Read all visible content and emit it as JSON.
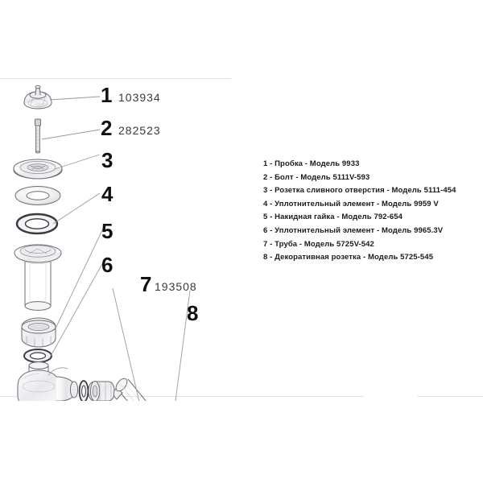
{
  "diagram": {
    "title": "Exploded view of bottle trap / sink drain assembly",
    "callouts": [
      {
        "id": "1",
        "label": "1",
        "part_number": "103934"
      },
      {
        "id": "2",
        "label": "2",
        "part_number": "282523"
      },
      {
        "id": "3",
        "label": "3",
        "part_number": ""
      },
      {
        "id": "4",
        "label": "4",
        "part_number": ""
      },
      {
        "id": "5",
        "label": "5",
        "part_number": ""
      },
      {
        "id": "6",
        "label": "6",
        "part_number": ""
      },
      {
        "id": "7",
        "label": "7",
        "part_number": "193508"
      },
      {
        "id": "8",
        "label": "8",
        "part_number": ""
      }
    ],
    "parts": [
      {
        "ref": "1",
        "name": "stopper-plug"
      },
      {
        "ref": "2",
        "name": "bolt"
      },
      {
        "ref": "3",
        "name": "drain-flange"
      },
      {
        "ref": "4",
        "name": "sealing-gasket"
      },
      {
        "ref": "5",
        "name": "tailpiece-tube"
      },
      {
        "ref": "6",
        "name": "coupling-nut"
      },
      {
        "ref": "7",
        "name": "outlet-pipe"
      },
      {
        "ref": "8",
        "name": "decorative-escutcheon"
      }
    ]
  },
  "legend": {
    "items": [
      "1 - Пробка - Модель 9933",
      "2 - Болт - Модель 5111V-593",
      "3 - Розетка сливного отверстия - Модель 5111-454",
      "4 - Уплотнительный элемент - Модель 9959 V",
      "5 - Накидная гайка - Модель 792-654",
      "6 - Уплотнительный элемент - Модель 9965.3V",
      "7 - Труба - Модель 5725V-542",
      "8 - Декоративная розетка - Модель 5725-545"
    ]
  },
  "colors": {
    "background": "#ffffff",
    "line": "#6d6d72",
    "line_light": "#b9b9bf",
    "rule": "#e3e3e5",
    "callout_text": "#111111",
    "partnum_text": "#3a3a3a",
    "legend_text": "#1a1a1a"
  }
}
